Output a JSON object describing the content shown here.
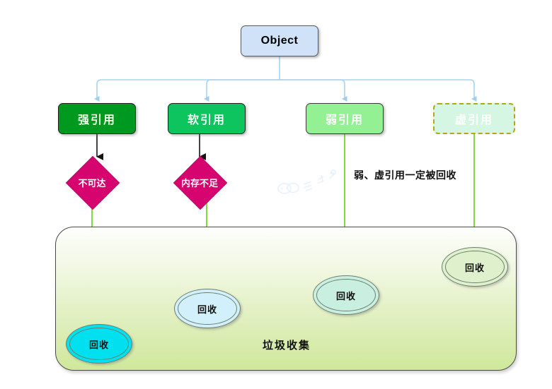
{
  "diagram": {
    "title_node": {
      "label": "Object"
    },
    "reference_types": [
      {
        "id": "strong",
        "label": "强引用",
        "fill": "#00991f",
        "border_style": "solid",
        "text_color": "#f2ffe8"
      },
      {
        "id": "soft",
        "label": "软引用",
        "fill": "#0ec45f",
        "border_style": "solid",
        "text_color": "#ecfff4"
      },
      {
        "id": "weak",
        "label": "弱引用",
        "fill": "#93f093",
        "border_style": "solid",
        "text_color": "#ffffff"
      },
      {
        "id": "phantom",
        "label": "虚引用",
        "fill": "#d5f6e2",
        "border_style": "dashed",
        "text_color": "#ffffff"
      }
    ],
    "conditions": [
      {
        "id": "unreachable",
        "label": "不可达",
        "fill": "#d6046e"
      },
      {
        "id": "oom",
        "label": "内存不足",
        "fill": "#d6046e"
      }
    ],
    "annotation": {
      "text": "弱、虚引用一定被回收"
    },
    "gc_container": {
      "label": "垃圾收集"
    },
    "outcomes": [
      {
        "id": "collect-strong",
        "label": "回收",
        "fill": "#00e0ee"
      },
      {
        "id": "collect-soft",
        "label": "回收",
        "fill": "#d2f0fb"
      },
      {
        "id": "collect-weak",
        "label": "回收",
        "fill": "#c9efe0"
      },
      {
        "id": "collect-phantom",
        "label": "回收",
        "fill": "#dff0cd"
      }
    ],
    "colors": {
      "root_fill": "#cfe2f7",
      "tree_edge": "#a8d3f0",
      "condition_edge": "#1a1a1a",
      "collect_edge": "#78d42a",
      "container_border": "#4a4a4a"
    },
    "watermark": {
      "name": "speech-bubble-watermark"
    }
  }
}
